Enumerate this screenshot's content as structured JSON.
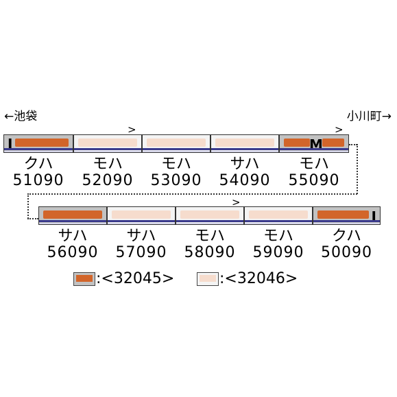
{
  "directions": {
    "left": "←池袋",
    "right": "小川町→"
  },
  "colors": {
    "orange": "#d2652a",
    "pink": "#f6dccd",
    "stripe": "#3a3a8c"
  },
  "row1": [
    {
      "type": "クハ",
      "number": "51090",
      "window": "orange",
      "dark": true,
      "mark": "I"
    },
    {
      "type": "モハ",
      "number": "52090",
      "window": "pink",
      "dark": false,
      "mark": ""
    },
    {
      "type": "モハ",
      "number": "53090",
      "window": "pink",
      "dark": false,
      "mark": ""
    },
    {
      "type": "サハ",
      "number": "54090",
      "window": "pink",
      "dark": false,
      "mark": ""
    },
    {
      "type": "モハ",
      "number": "55090",
      "window": "orange",
      "dark": true,
      "mark": "M"
    }
  ],
  "row2": [
    {
      "type": "サハ",
      "number": "56090",
      "window": "orange",
      "dark": true,
      "mark": ""
    },
    {
      "type": "サハ",
      "number": "57090",
      "window": "pink",
      "dark": false,
      "mark": ""
    },
    {
      "type": "モハ",
      "number": "58090",
      "window": "pink",
      "dark": false,
      "mark": ""
    },
    {
      "type": "モハ",
      "number": "59090",
      "window": "pink",
      "dark": false,
      "mark": ""
    },
    {
      "type": "クハ",
      "number": "50090",
      "window": "orange",
      "dark": true,
      "mark": "I"
    }
  ],
  "chevron": ">",
  "legend": [
    {
      "text": ":<32045>",
      "color": "orange"
    },
    {
      "text": ":<32046>",
      "color": "pink"
    }
  ]
}
